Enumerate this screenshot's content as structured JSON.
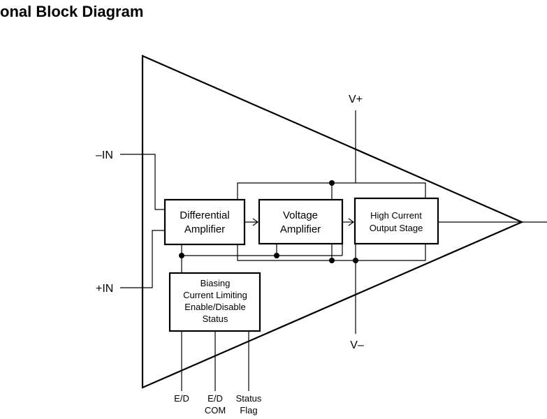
{
  "title": "onal Block Diagram",
  "pins": {
    "neg_in": "–IN",
    "pos_in": "+IN",
    "v_plus": "V+",
    "v_minus": "V–",
    "ed": "E/D",
    "ed_com_line1": "E/D",
    "ed_com_line2": "COM",
    "status_line1": "Status",
    "status_line2": "Flag"
  },
  "blocks": {
    "diff_amp": [
      "Differential",
      "Amplifier"
    ],
    "volt_amp": [
      "Voltage",
      "Amplifier"
    ],
    "output_stage": [
      "High Current",
      "Output Stage"
    ],
    "biasing": [
      "Biasing",
      "Current Limiting",
      "Enable/Disable",
      "Status"
    ]
  }
}
